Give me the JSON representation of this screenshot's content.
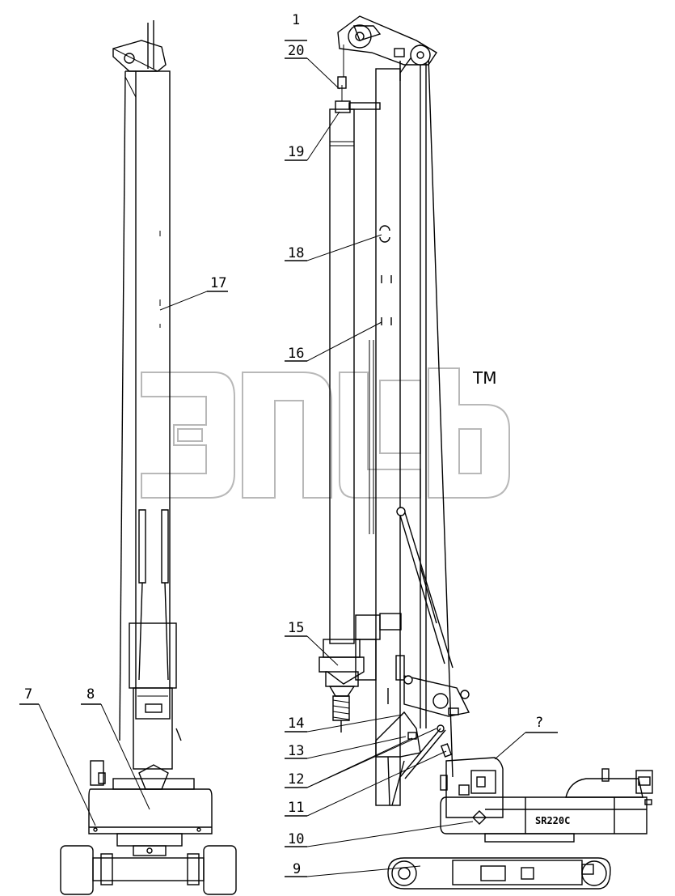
{
  "drawing": {
    "watermark_tm": "TM",
    "model_badge": "SR220C",
    "callouts": [
      {
        "id": "c1",
        "text": "1"
      },
      {
        "id": "c20",
        "text": "20"
      },
      {
        "id": "c19",
        "text": "19"
      },
      {
        "id": "c18",
        "text": "18"
      },
      {
        "id": "c17",
        "text": "17"
      },
      {
        "id": "c16",
        "text": "16"
      },
      {
        "id": "c15",
        "text": "15"
      },
      {
        "id": "c14",
        "text": "14"
      },
      {
        "id": "c13",
        "text": "13"
      },
      {
        "id": "c12",
        "text": "12"
      },
      {
        "id": "c11",
        "text": "11"
      },
      {
        "id": "c10",
        "text": "10"
      },
      {
        "id": "c9",
        "text": "9"
      },
      {
        "id": "c8",
        "text": "8"
      },
      {
        "id": "c7",
        "text": "7"
      },
      {
        "id": "cq",
        "text": "?"
      }
    ]
  }
}
